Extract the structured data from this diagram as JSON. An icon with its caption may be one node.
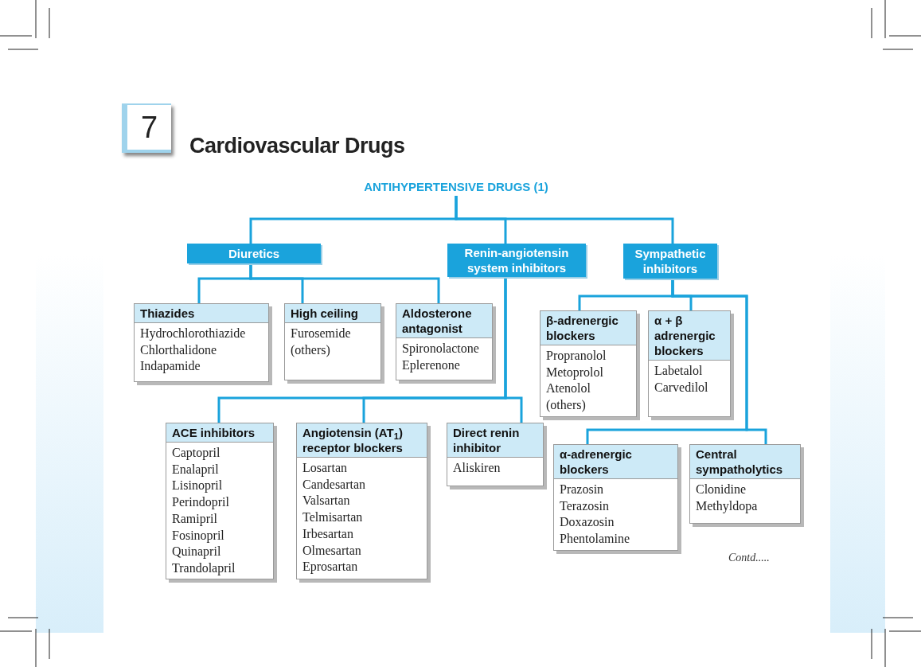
{
  "diagram": {
    "title": "Cardiovascular Drugs",
    "nodes": [
      {
        "text": [
          "ANTIHYPERTENSIVE DRUGS (1)"
        ]
      },
      {
        "text": [
          "Diuretics"
        ]
      },
      {
        "text": [
          "Renin-angiotensin system inhibitors"
        ]
      },
      {
        "text": [
          "Sympathetic inhibitors"
        ]
      },
      {
        "text": [
          "Thiazides",
          "Hydrochlorothiazide",
          "Chlorthalidone",
          "Indapamide"
        ]
      },
      {
        "text": [
          "High ceiling",
          "Furosemide",
          "(others)"
        ]
      },
      {
        "text": [
          "Aldosterone antagonist",
          "Spironolactone",
          "Eplerenone"
        ]
      },
      {
        "text": [
          "ACE inhibitors",
          "Captopril",
          "Enalapril",
          "Lisinopril",
          "Perindopril",
          "Ramipril",
          "Fosinopril",
          "Quinapril",
          "Trandolapril"
        ]
      },
      {
        "text": [
          "Angiotensin (AT$_{1}$) receptor blockers",
          "Losartan",
          "Candesartan",
          "Valsartan",
          "Telmisartan",
          "Irbesartan",
          "Olmesartan",
          "Eprosartan"
        ]
      },
      {
        "text": [
          "Direct renin inhibitor",
          "Aliskiren"
        ]
      },
      {
        "text": [
          "β-adrenergic blockers",
          "Propranolol",
          "Metoprolol",
          "Atenolol",
          "(others)"
        ]
      },
      {
        "text": [
          "α + β adrenergic blockers",
          "Labetalol",
          "Carvedilol"
        ]
      },
      {
        "text": [
          "α-adrenergic blockers",
          "Prazosin",
          "Terazosin",
          "Doxazosin",
          "Phentolamine"
        ]
      },
      {
        "text": [
          "Central sympatholytics",
          "Clonidine",
          "Methyldopa"
        ]
      }
    ],
    "edges": [
      {
        "from": 0,
        "to": 1,
        "arrow": "none"
      },
      {
        "from": 0,
        "to": 2,
        "arrow": "none"
      },
      {
        "from": 0,
        "to": 3,
        "arrow": "none"
      },
      {
        "from": 1,
        "to": 4,
        "arrow": "none"
      },
      {
        "from": 1,
        "to": 5,
        "arrow": "none"
      },
      {
        "from": 1,
        "to": 6,
        "arrow": "none"
      },
      {
        "from": 2,
        "to": 7,
        "arrow": "none"
      },
      {
        "from": 2,
        "to": 8,
        "arrow": "none"
      },
      {
        "from": 2,
        "to": 9,
        "arrow": "none"
      },
      {
        "from": 3,
        "to": 10,
        "arrow": "none"
      },
      {
        "from": 3,
        "to": 11,
        "arrow": "none"
      },
      {
        "from": 3,
        "to": 12,
        "arrow": "none"
      },
      {
        "from": 3,
        "to": 13,
        "arrow": "none"
      }
    ],
    "labels": [
      "7",
      "Contd....."
    ]
  }
}
